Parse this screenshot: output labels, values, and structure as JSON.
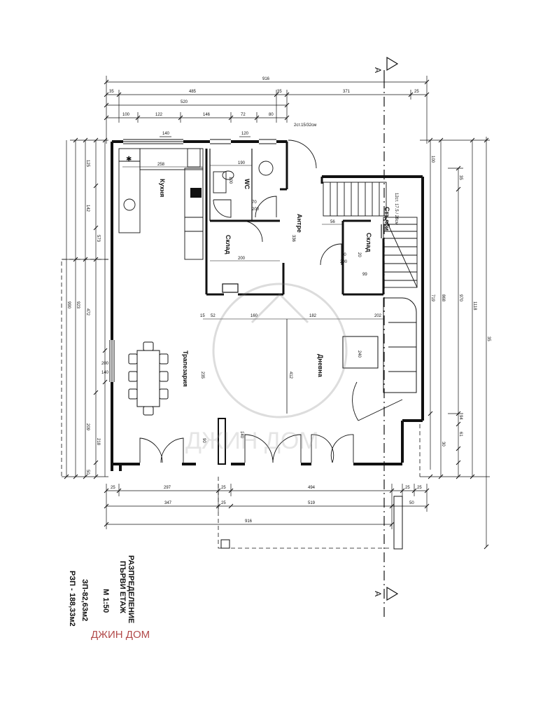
{
  "caption": {
    "line1": "РАЗПРЕДЕЛЕНИЕ",
    "line2": "ПЪРВИ ЕТАЖ",
    "scale": "М 1:50",
    "zp": "ЗП-82,63м2",
    "rzp": "РЗП - 188,33м2"
  },
  "watermark_main": "ДЖИН ДОМ",
  "watermark_small": "ДЖИН ДОМ",
  "section_top": "A",
  "section_bottom": "A",
  "stair_note": "2ст.15/32см",
  "stair_side": "12ст. 17.5 / 28см",
  "rooms": {
    "kitchen": "Кухня",
    "wc": "WC",
    "corridor": "Антре",
    "storage1": "Склад",
    "storage2": "Склад",
    "stairs": "Стълби",
    "dining": "Трапезария",
    "living": "Дневна"
  },
  "dims_top": {
    "total": "916",
    "a1": "35",
    "a2": "485",
    "a3": "35",
    "a4": "371",
    "a5": "25",
    "b1": "520",
    "c1": "100",
    "c2": "122",
    "c3": "146",
    "c4": "72",
    "c5": "80",
    "d1": "140",
    "d2": "120"
  },
  "dims_bottom": {
    "a1": "25",
    "a2": "297",
    "a3": "25",
    "a4": "494",
    "a5": "25",
    "a6": "25",
    "b1": "347",
    "b2": "25",
    "b3": "519",
    "b4": "50",
    "total": "916"
  },
  "dims_interior": {
    "k258": "258",
    "w190": "190",
    "w100": "100",
    "w200": "200",
    "d70": "70",
    "d200": "200",
    "c56": "56",
    "c336": "336",
    "s70": "70",
    "s200": "200",
    "s99": "99",
    "s20": "20",
    "r52": "52",
    "r160": "160",
    "r182": "182",
    "r202": "202",
    "r15": "15",
    "l412": "412",
    "l235": "235",
    "l140": "140",
    "l90": "90",
    "d240": "240"
  },
  "dims_left": [
    "125",
    "142",
    "573",
    "990",
    "923",
    "472",
    "200",
    "140",
    "209",
    "218",
    "50"
  ],
  "dims_right": [
    "100",
    "719",
    "868",
    "970",
    "1118",
    "35",
    "35",
    "94",
    "61",
    "30"
  ]
}
